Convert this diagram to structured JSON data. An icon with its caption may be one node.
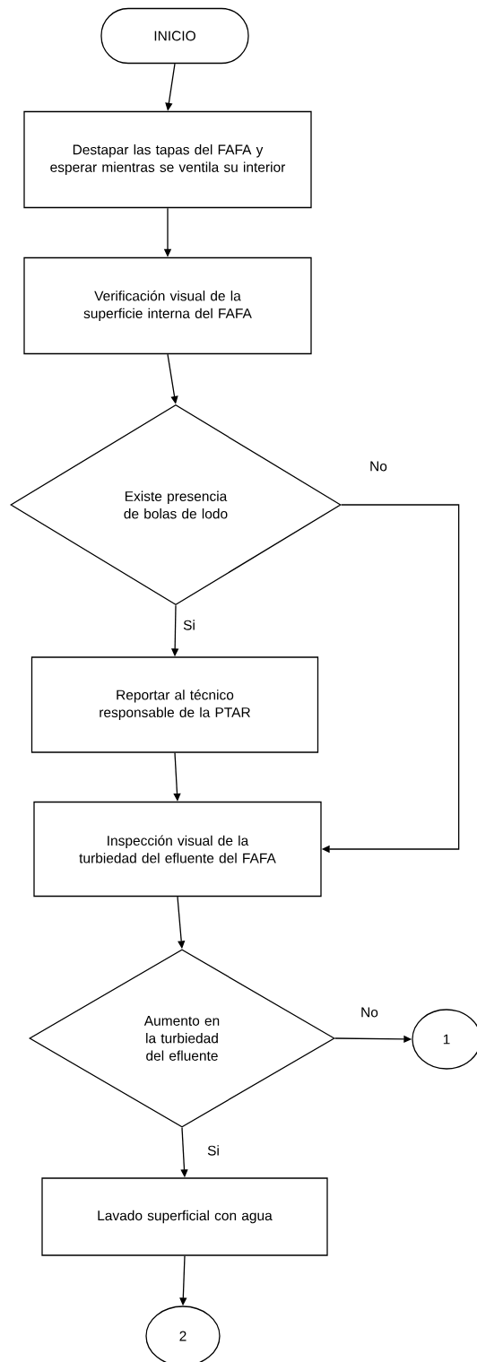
{
  "diagram": {
    "nodes": [
      {
        "text": [
          "INICIO"
        ]
      },
      {
        "text": [
          "Destapar las tapas del FAFA y esperar mientras se ventila su interior"
        ]
      },
      {
        "text": [
          "Verificación visual de la superficie interna del FAFA"
        ]
      },
      {
        "text": [
          "Existe presencia de bolas de lodo"
        ]
      },
      {
        "text": [
          "Reportar al técnico responsable de la PTAR"
        ]
      },
      {
        "text": [
          "Inspección visual de la turbiedad del efluente del FAFA"
        ]
      },
      {
        "text": [
          "Aumento en la turbiedad del efluente"
        ]
      },
      {
        "text": [
          "1"
        ]
      },
      {
        "text": [
          "Lavado superficial con agua"
        ]
      },
      {
        "text": [
          "2"
        ]
      }
    ],
    "edges": [
      {
        "from": 0,
        "to": 1,
        "arrow": "to"
      },
      {
        "from": 1,
        "to": 2,
        "arrow": "to"
      },
      {
        "from": 2,
        "to": 3,
        "arrow": "to"
      },
      {
        "from": 3,
        "to": 4,
        "arrow": "to",
        "label": "Si"
      },
      {
        "from": 3,
        "to": 5,
        "arrow": "to",
        "label": "No"
      },
      {
        "from": 4,
        "to": 5,
        "arrow": "to"
      },
      {
        "from": 5,
        "to": 6,
        "arrow": "to"
      },
      {
        "from": 6,
        "to": 7,
        "arrow": "to",
        "label": "No"
      },
      {
        "from": 6,
        "to": 8,
        "arrow": "to",
        "label": "Si"
      },
      {
        "from": 8,
        "to": 9,
        "arrow": "to"
      }
    ]
  }
}
